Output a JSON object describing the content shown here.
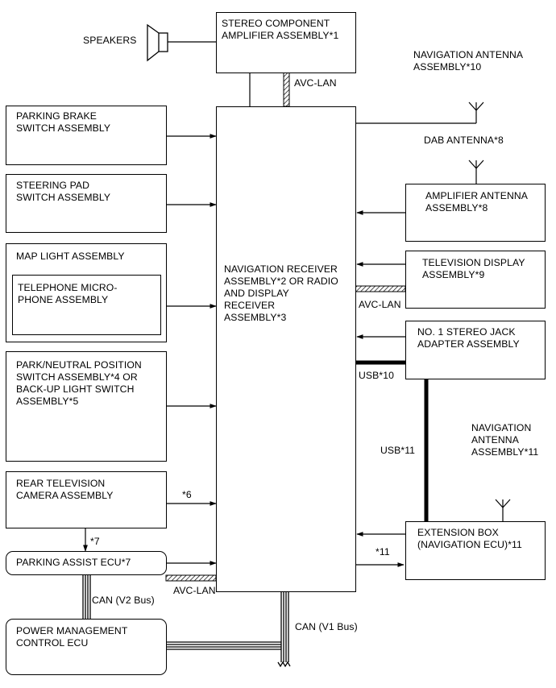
{
  "components": {
    "speakers": "SPEAKERS",
    "stereo_amp": "STEREO COMPONENT\nAMPLIFIER ASSEMBLY*1",
    "nav_antenna_10": "NAVIGATION ANTENNA\nASSEMBLY*10",
    "dab_antenna": "DAB ANTENNA*8",
    "parking_brake": "PARKING BRAKE\nSWITCH ASSEMBLY",
    "steering_pad": "STEERING PAD\nSWITCH ASSEMBLY",
    "amp_antenna": "AMPLIFIER ANTENNA\nASSEMBLY*8",
    "map_light": "MAP LIGHT ASSEMBLY",
    "telephone_mic": "TELEPHONE MICRO-\nPHONE ASSEMBLY",
    "nav_receiver": "NAVIGATION RECEIVER\nASSEMBLY*2 OR RADIO\nAND DISPLAY\nRECEIVER\nASSEMBLY*3",
    "tv_display": "TELEVISION DISPLAY\nASSEMBLY*9",
    "stereo_jack": "NO. 1 STEREO JACK\nADAPTER ASSEMBLY",
    "park_neutral": "PARK/NEUTRAL POSITION\nSWITCH ASSEMBLY*4 OR\nBACK-UP LIGHT SWITCH\nASSEMBLY*5",
    "nav_antenna_11": "NAVIGATION\nANTENNA\nASSEMBLY*11",
    "rear_camera": "REAR TELEVISION\nCAMERA ASSEMBLY",
    "extension_box": "EXTENSION BOX\n(NAVIGATION ECU)*11",
    "parking_assist": "PARKING ASSIST ECU*7",
    "power_mgmt": "POWER MANAGEMENT\nCONTROL ECU"
  },
  "bus_labels": {
    "avc_lan_top": "AVC-LAN",
    "avc_lan_tv": "AVC-LAN",
    "avc_lan_bottom": "AVC-LAN",
    "usb_10": "USB*10",
    "usb_11": "USB*11",
    "can_v2": "CAN (V2 Bus)",
    "can_v1": "CAN (V1 Bus)"
  },
  "notes": {
    "n6": "*6",
    "n7": "*7",
    "n11": "*11"
  }
}
